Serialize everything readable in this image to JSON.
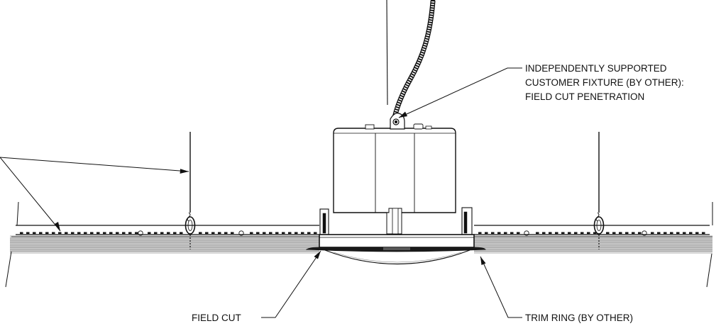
{
  "callouts": {
    "fixture": {
      "line1": "INDEPENDENTLY SUPPORTED",
      "line2": "CUSTOMER FIXTURE (BY OTHER):",
      "line3": "FIELD CUT PENETRATION"
    },
    "field_cut": "FIELD CUT",
    "trim_ring": "TRIM RING (BY OTHER)"
  },
  "colors": {
    "line": "#111111",
    "tile_hatch": "#8a8a8a",
    "background": "#ffffff"
  }
}
